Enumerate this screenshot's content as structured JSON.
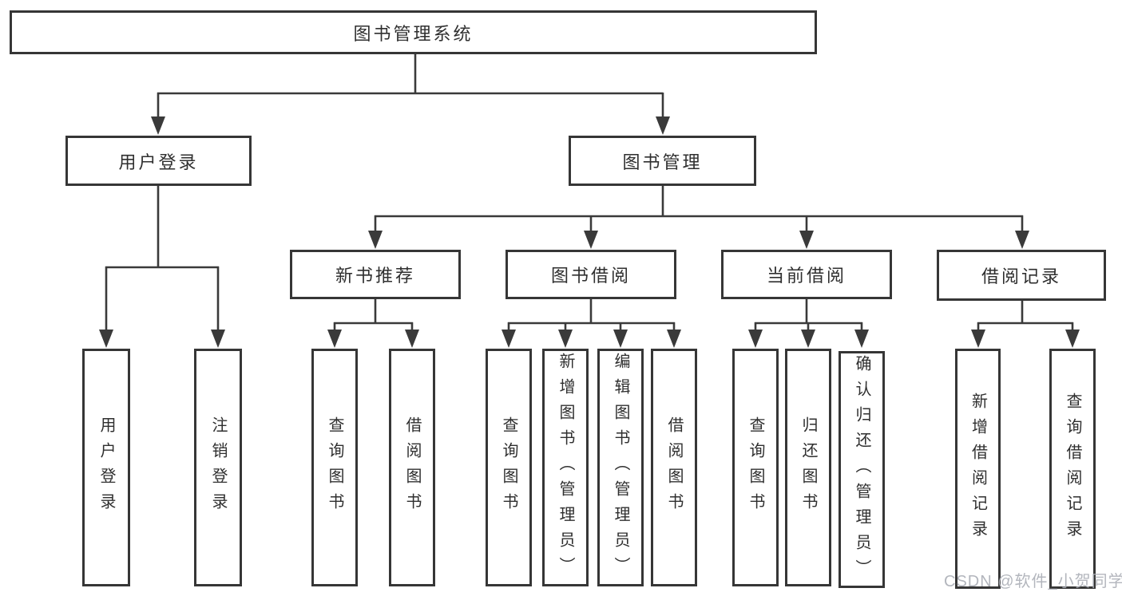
{
  "diagram": {
    "title": "图书管理系统",
    "type": "hierarchy-tree"
  },
  "nodes": {
    "root": "图书管理系统",
    "user_login_module": "用户登录",
    "book_management": "图书管理",
    "new_book_recommend": "新书推荐",
    "book_borrowing": "图书借阅",
    "current_borrowing": "当前借阅",
    "borrowing_records": "借阅记录",
    "ul_user_login": "用户登录",
    "ul_logout": "注销登录",
    "nb_query_book": "查询图书",
    "nb_borrow_book": "借阅图书",
    "bb_query_book": "查询图书",
    "bb_add_book_admin": "新增图书（管理员）",
    "bb_edit_book_admin": "编辑图书（管理员）",
    "bb_borrow_book": "借阅图书",
    "cb_query_book": "查询图书",
    "cb_return_book": "归还图书",
    "cb_confirm_return_admin": "确认归还（管理员）",
    "br_add_record": "新增借阅记录",
    "br_query_record": "查询借阅记录"
  },
  "watermark": "CSDN @软件_小贺同学",
  "colors": {
    "line": "#3a3a3a",
    "box_border": "#363636",
    "text": "#2f2f2f",
    "background": "#ffffff",
    "watermark": "#acb0b7"
  }
}
